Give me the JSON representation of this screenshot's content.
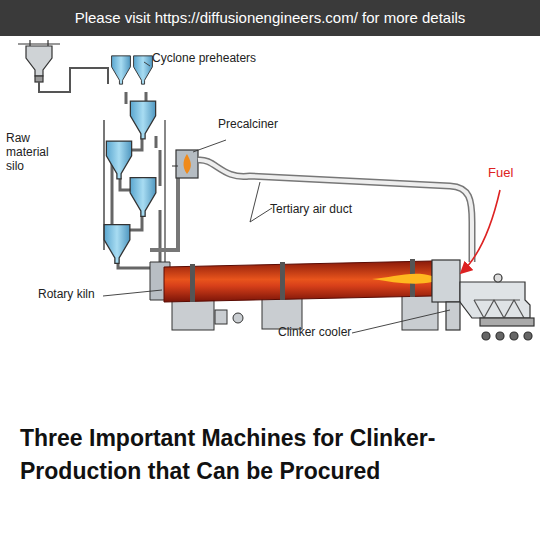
{
  "diagram": {
    "title": "Three Important Machines for Clinker-Production that Can be Procured",
    "labels": [
      "Please visit https://diffusionengineers.com/ for more details",
      "Cyclone preheaters",
      "Raw material silo",
      "Precalciner",
      "Tertiary air duct",
      "Fuel",
      "Rotary kiln",
      "Clinker cooler"
    ]
  }
}
